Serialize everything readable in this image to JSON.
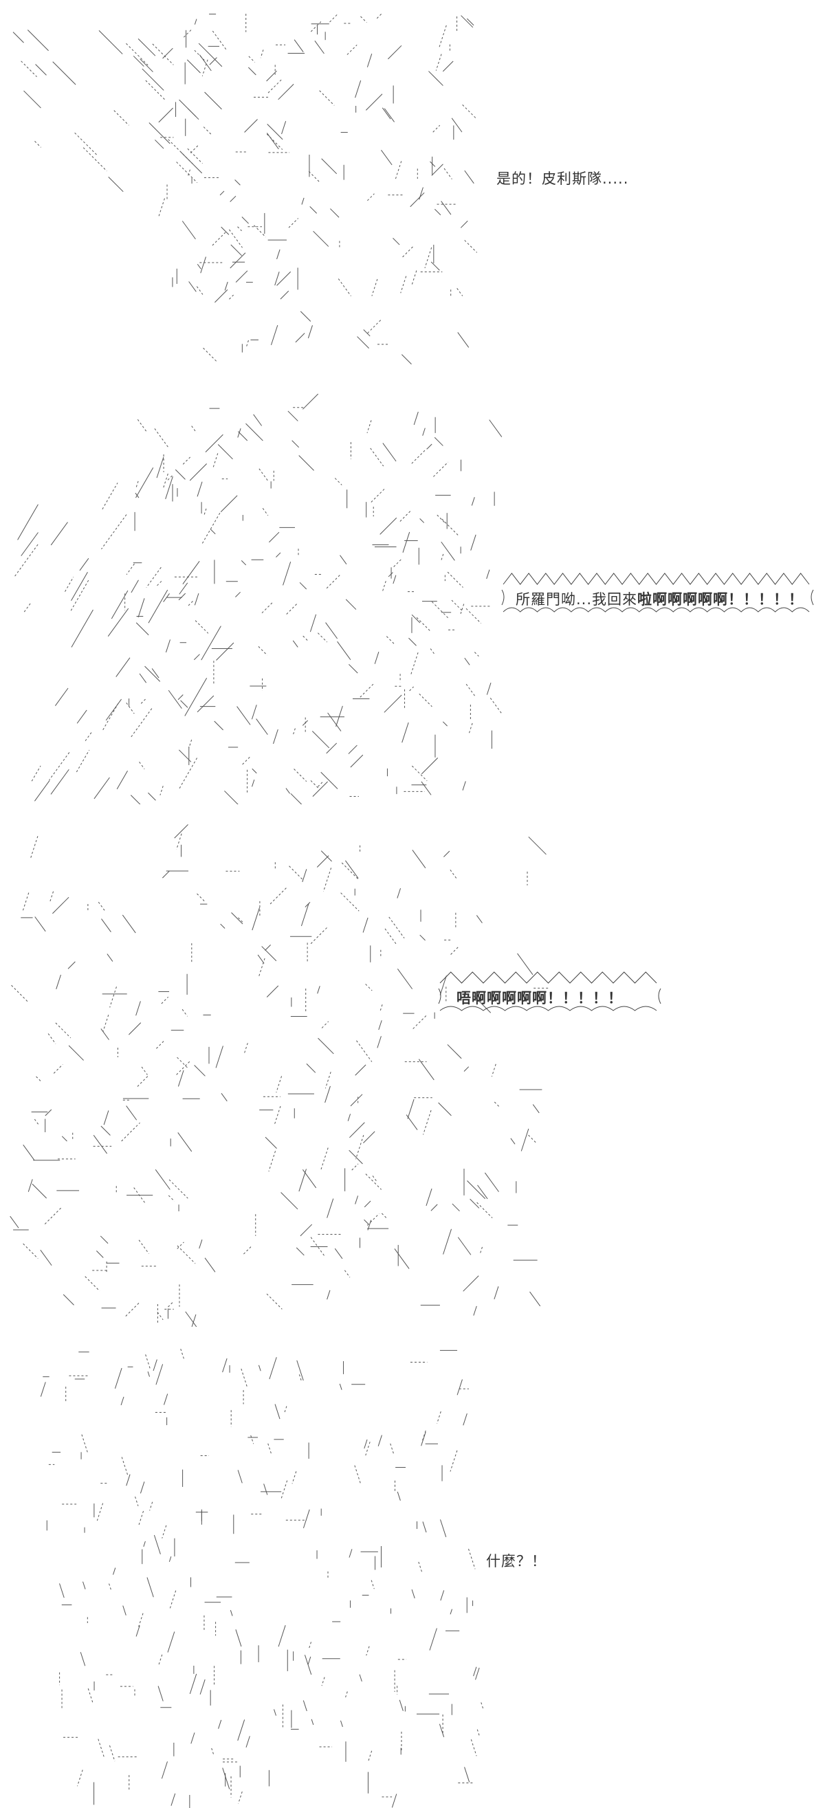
{
  "panels": [
    {
      "caption": "是的！皮利斯隊....."
    },
    {
      "caption_a": "所羅門呦...我回來",
      "caption_b": "啦啊啊啊啊啊！！！！！"
    },
    {
      "caption": "唔啊啊啊啊啊！！！！！"
    },
    {
      "caption": "什麼？！"
    }
  ]
}
